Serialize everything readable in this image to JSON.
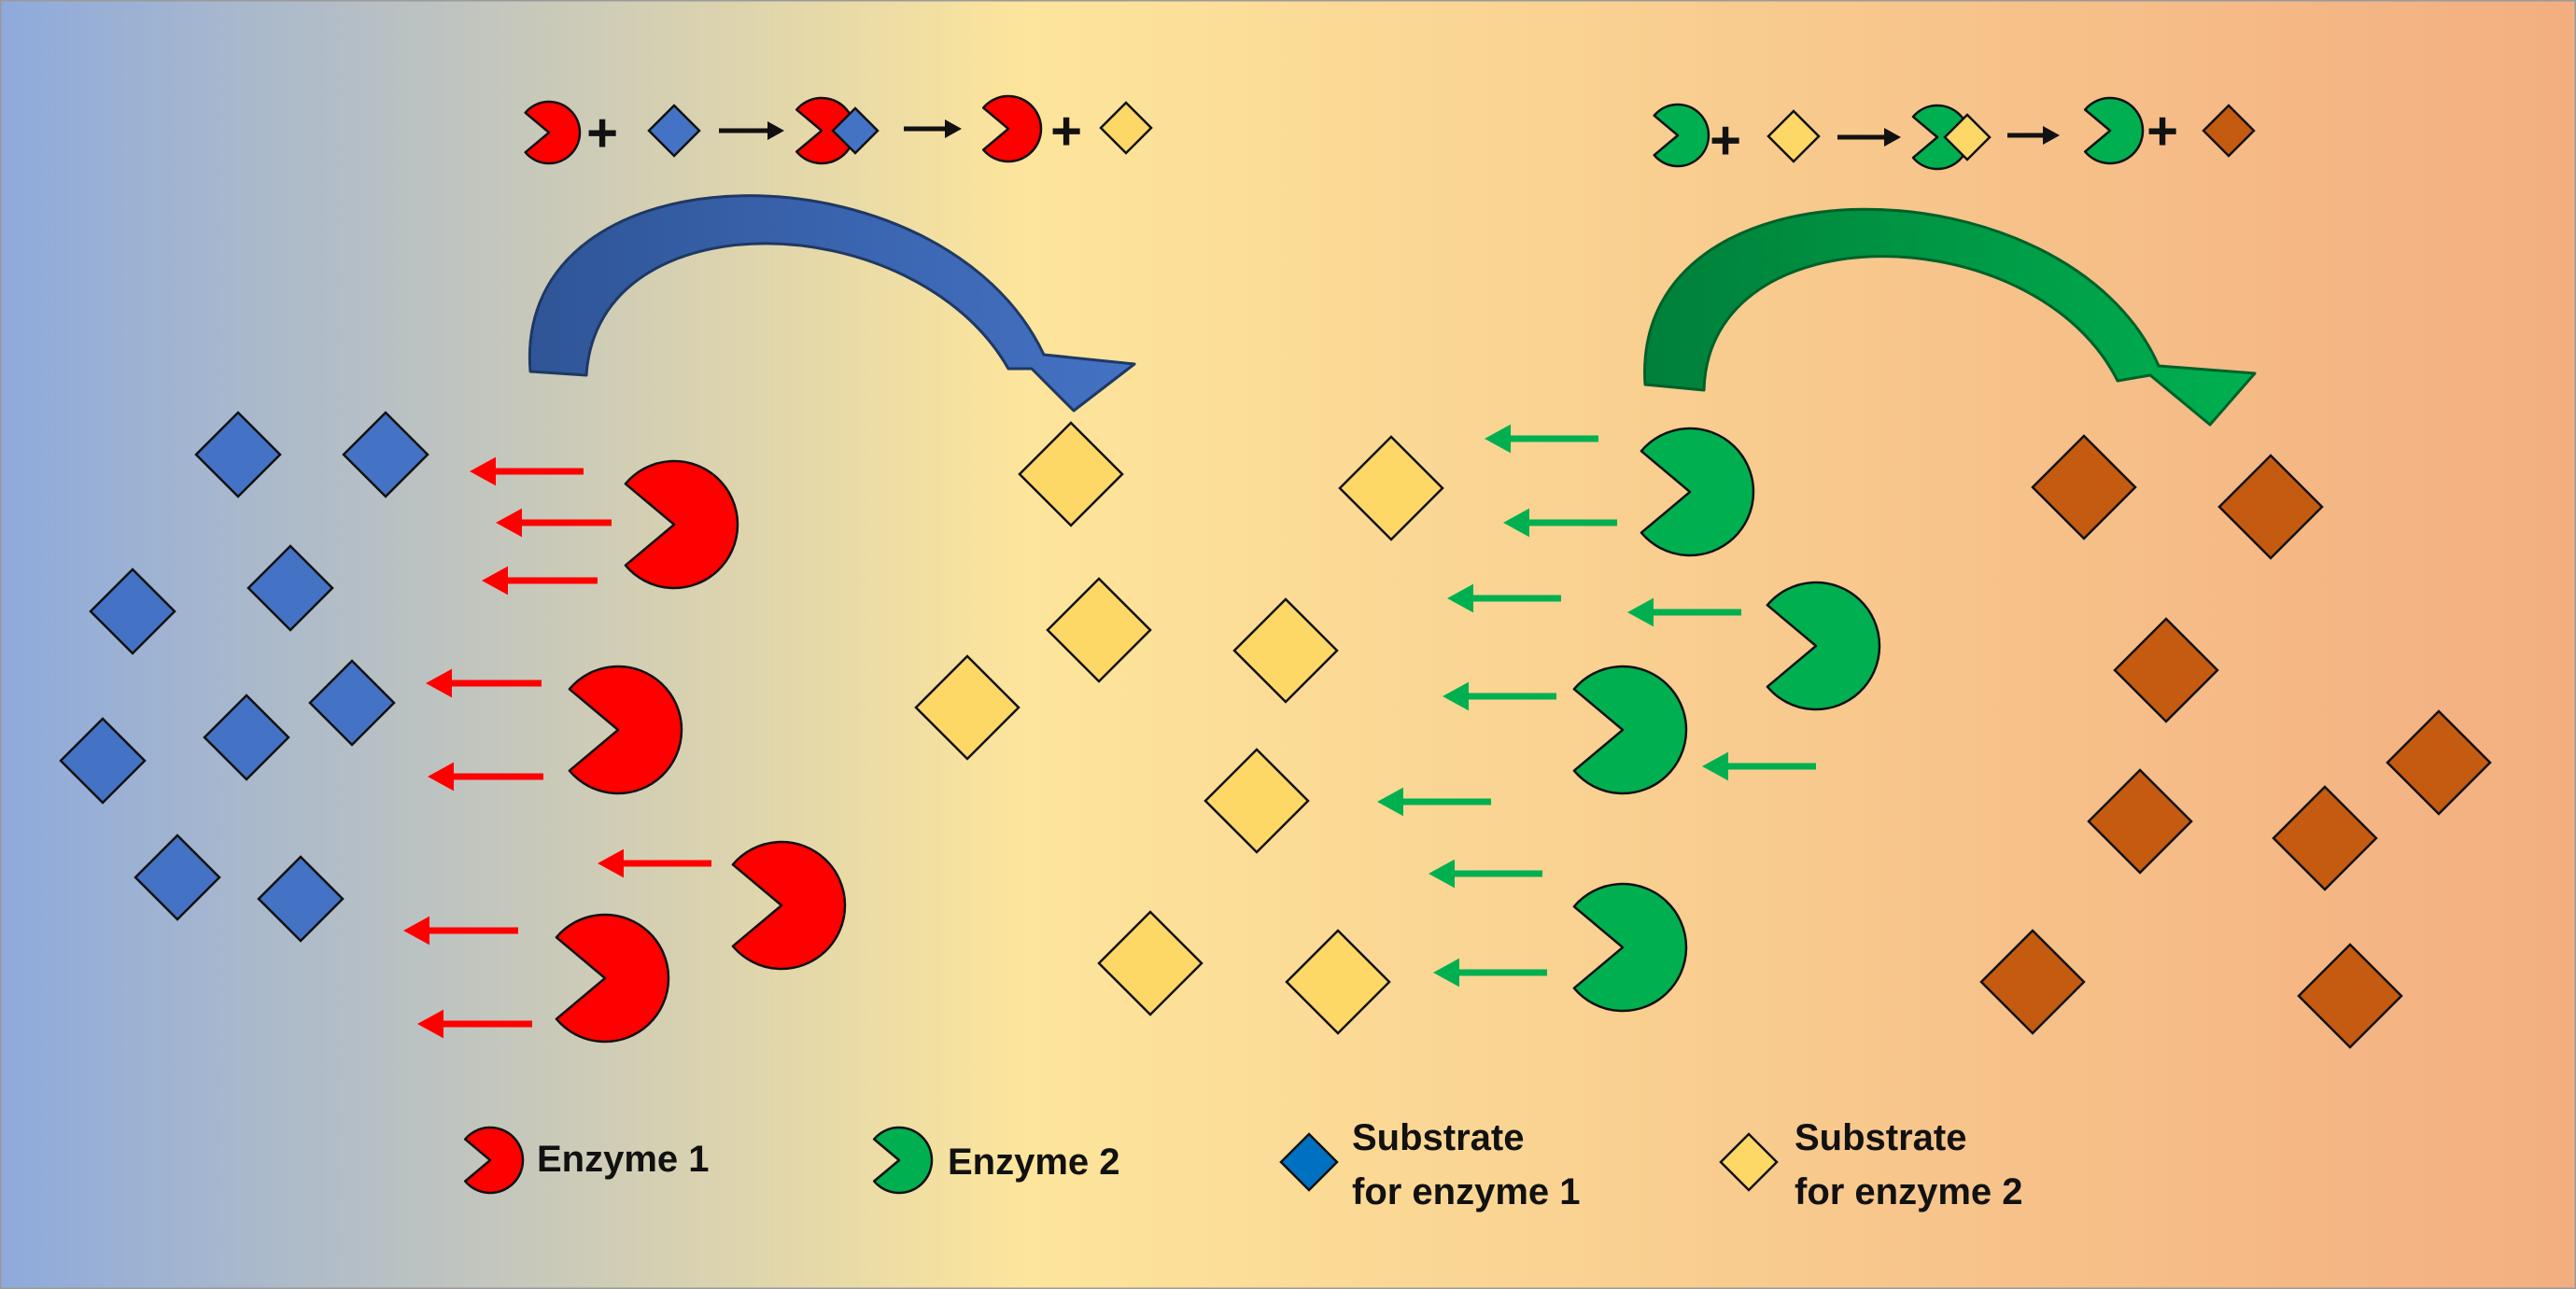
{
  "colors": {
    "background_left": "#8eaadc",
    "background_mid": "#fde59b",
    "background_right": "#f3ae80",
    "enzyme1": "#ff0000",
    "enzyme2": "#00b050",
    "substrate1": "#4472c4",
    "substrate1_legend": "#0070c0",
    "substrate2": "#fdd867",
    "product2": "#c55a11",
    "arrow_blue": "#4472c4",
    "arrow_green": "#00b050",
    "outline": "#111111"
  },
  "reaction1": {
    "plus": "+"
  },
  "reaction2": {
    "plus": "+"
  },
  "legend": {
    "enzyme1": "Enzyme 1",
    "enzyme2": "Enzyme 2",
    "substrate1_line1": "Substrate",
    "substrate1_line2": "for enzyme 1",
    "substrate2_line1": "Substrate",
    "substrate2_line2": "for enzyme 2"
  },
  "icons": {
    "enzyme": "pacman-enzyme-icon",
    "substrate": "diamond-substrate-icon",
    "flow": "curved-transfer-arrow-icon",
    "binding": "direction-arrow-icon"
  }
}
